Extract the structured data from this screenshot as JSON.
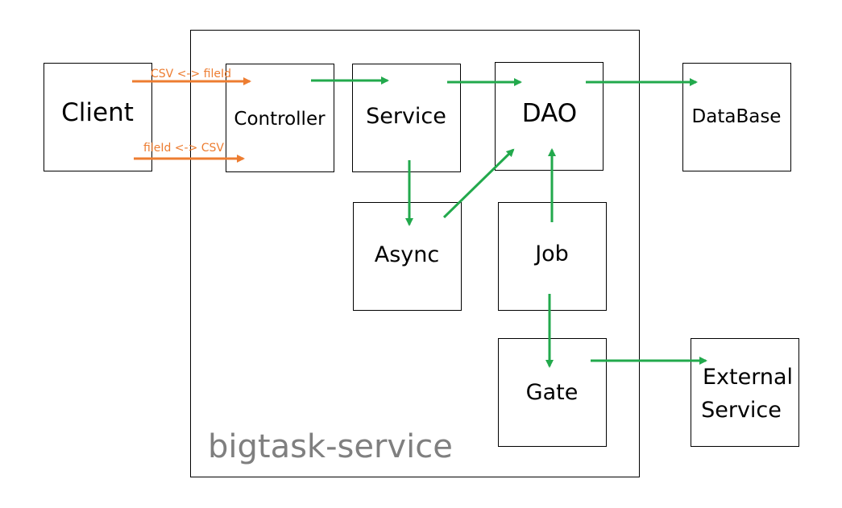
{
  "colors": {
    "internal_flow": "#22a94c",
    "client_flow": "#ed7d31",
    "container_label": "#7f7f7f"
  },
  "container": {
    "label": "bigtask-service"
  },
  "nodes": {
    "client": {
      "label": "Client"
    },
    "controller": {
      "label": "Controller"
    },
    "service": {
      "label": "Service"
    },
    "dao": {
      "label": "DAO"
    },
    "database": {
      "label": "DataBase"
    },
    "async": {
      "label": "Async"
    },
    "job": {
      "label": "Job"
    },
    "gate": {
      "label": "Gate"
    },
    "external": {
      "label_line1": "External",
      "label_line2": "Service"
    }
  },
  "edges": [
    {
      "from": "client",
      "to": "controller",
      "label": "CSV <-> fileId",
      "color": "orange"
    },
    {
      "from": "client",
      "to": "controller",
      "label": "fileId <-> CSV",
      "color": "orange"
    },
    {
      "from": "controller",
      "to": "service",
      "label": "",
      "color": "green"
    },
    {
      "from": "service",
      "to": "dao",
      "label": "",
      "color": "green"
    },
    {
      "from": "dao",
      "to": "database",
      "label": "",
      "color": "green"
    },
    {
      "from": "service",
      "to": "async",
      "label": "",
      "color": "green"
    },
    {
      "from": "async",
      "to": "dao",
      "label": "",
      "color": "green"
    },
    {
      "from": "job",
      "to": "dao",
      "label": "",
      "color": "green"
    },
    {
      "from": "job",
      "to": "gate",
      "label": "",
      "color": "green"
    },
    {
      "from": "gate",
      "to": "external",
      "label": "",
      "color": "green"
    }
  ]
}
